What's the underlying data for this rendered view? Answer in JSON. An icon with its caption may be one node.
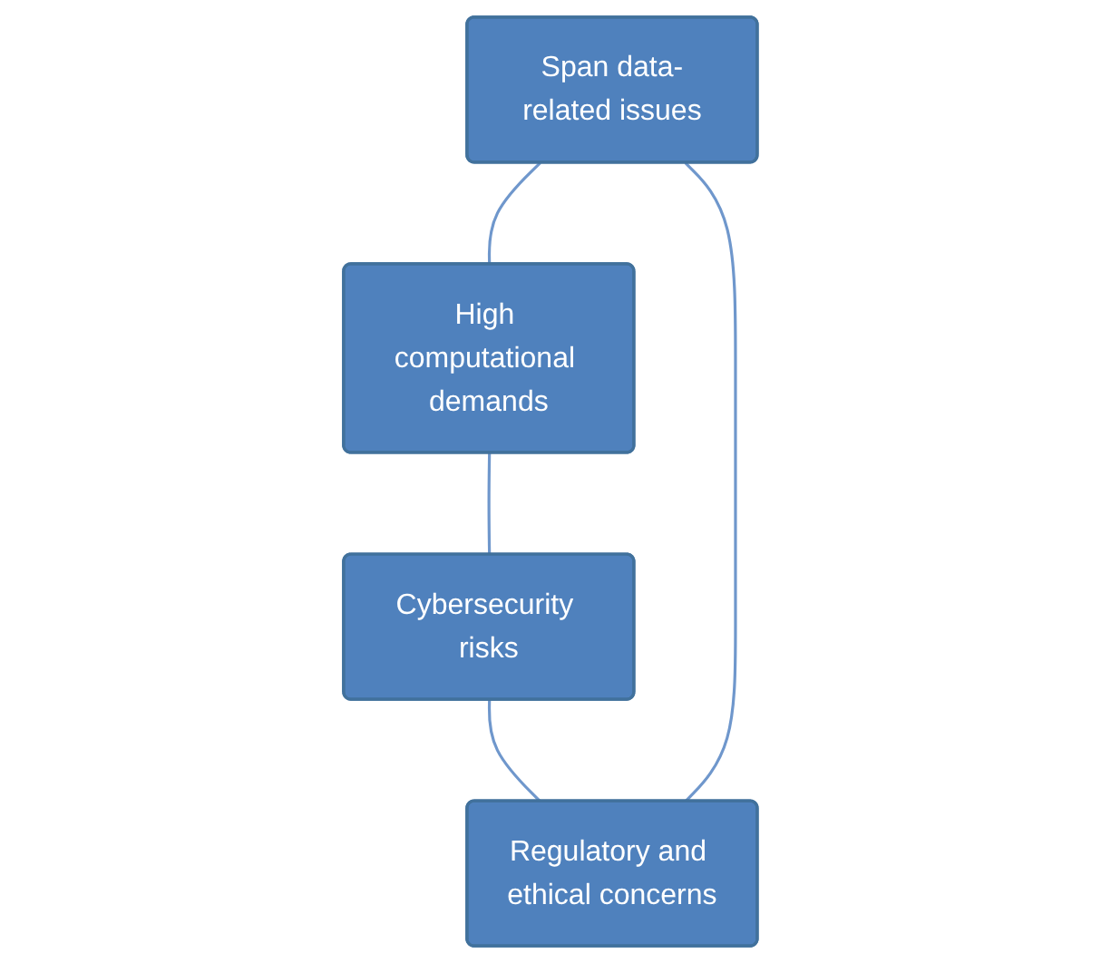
{
  "diagram": {
    "nodes": [
      {
        "text": [
          "Span data-related issues"
        ]
      },
      {
        "text": [
          "Regulatory and ethical concerns"
        ]
      },
      {
        "text": [
          "High computational demands"
        ]
      },
      {
        "text": [
          "Cybersecurity risks"
        ]
      }
    ],
    "edges": [
      {
        "from": 0,
        "to": 2,
        "arrow": "none"
      },
      {
        "from": 2,
        "to": 3,
        "arrow": "none"
      },
      {
        "from": 3,
        "to": 1,
        "arrow": "none"
      },
      {
        "from": 1,
        "to": 0,
        "arrow": "none"
      }
    ]
  }
}
